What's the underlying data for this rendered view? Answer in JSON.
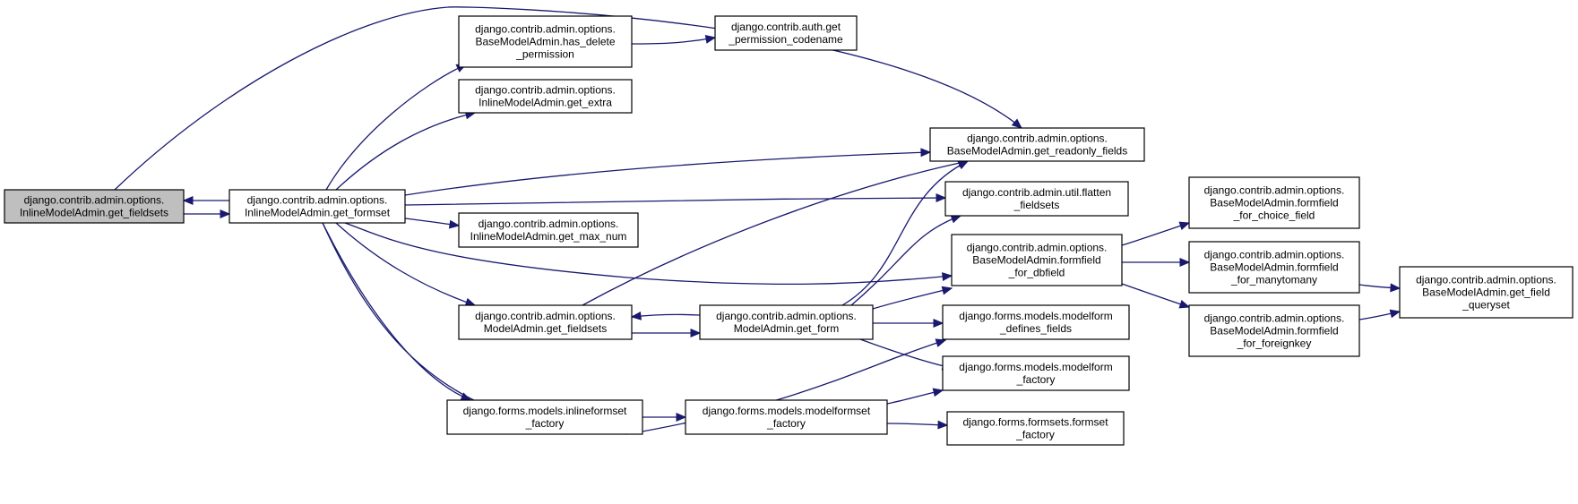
{
  "graph": {
    "nodes": [
      {
        "id": "n_get_fieldsets",
        "lines": [
          "django.contrib.admin.options.",
          "InlineModelAdmin.get_fieldsets"
        ],
        "fill": "#bfbfbf"
      },
      {
        "id": "n_get_formset",
        "lines": [
          "django.contrib.admin.options.",
          "InlineModelAdmin.get_formset"
        ],
        "fill": "#ffffff"
      },
      {
        "id": "n_has_delete",
        "lines": [
          "django.contrib.admin.options.",
          "BaseModelAdmin.has_delete",
          "_permission"
        ],
        "fill": "#ffffff"
      },
      {
        "id": "n_get_extra",
        "lines": [
          "django.contrib.admin.options.",
          "InlineModelAdmin.get_extra"
        ],
        "fill": "#ffffff"
      },
      {
        "id": "n_get_max_num",
        "lines": [
          "django.contrib.admin.options.",
          "InlineModelAdmin.get_max_num"
        ],
        "fill": "#ffffff"
      },
      {
        "id": "n_ma_get_fieldsets",
        "lines": [
          "django.contrib.admin.options.",
          "ModelAdmin.get_fieldsets"
        ],
        "fill": "#ffffff"
      },
      {
        "id": "n_inlineformset",
        "lines": [
          "django.forms.models.inlineformset",
          "_factory"
        ],
        "fill": "#ffffff"
      },
      {
        "id": "n_get_perm_codename",
        "lines": [
          "django.contrib.auth.get",
          "_permission_codename"
        ],
        "fill": "#ffffff"
      },
      {
        "id": "n_ma_get_form",
        "lines": [
          "django.contrib.admin.options.",
          "ModelAdmin.get_form"
        ],
        "fill": "#ffffff"
      },
      {
        "id": "n_modelformset",
        "lines": [
          "django.forms.models.modelformset",
          "_factory"
        ],
        "fill": "#ffffff"
      },
      {
        "id": "n_get_readonly",
        "lines": [
          "django.contrib.admin.options.",
          "BaseModelAdmin.get_readonly_fields"
        ],
        "fill": "#ffffff"
      },
      {
        "id": "n_flatten",
        "lines": [
          "django.contrib.admin.util.flatten",
          "_fieldsets"
        ],
        "fill": "#ffffff"
      },
      {
        "id": "n_ff_dbfield",
        "lines": [
          "django.contrib.admin.options.",
          "BaseModelAdmin.formfield",
          "_for_dbfield"
        ],
        "fill": "#ffffff"
      },
      {
        "id": "n_mf_defines",
        "lines": [
          "django.forms.models.modelform",
          "_defines_fields"
        ],
        "fill": "#ffffff"
      },
      {
        "id": "n_mf_factory",
        "lines": [
          "django.forms.models.modelform",
          "_factory"
        ],
        "fill": "#ffffff"
      },
      {
        "id": "n_formset_factory",
        "lines": [
          "django.forms.formsets.formset",
          "_factory"
        ],
        "fill": "#ffffff"
      },
      {
        "id": "n_ff_choice",
        "lines": [
          "django.contrib.admin.options.",
          "BaseModelAdmin.formfield",
          "_for_choice_field"
        ],
        "fill": "#ffffff"
      },
      {
        "id": "n_ff_m2m",
        "lines": [
          "django.contrib.admin.options.",
          "BaseModelAdmin.formfield",
          "_for_manytomany"
        ],
        "fill": "#ffffff"
      },
      {
        "id": "n_ff_fk",
        "lines": [
          "django.contrib.admin.options.",
          "BaseModelAdmin.formfield",
          "_for_foreignkey"
        ],
        "fill": "#ffffff"
      },
      {
        "id": "n_get_field_qs",
        "lines": [
          "django.contrib.admin.options.",
          "BaseModelAdmin.get_field",
          "_queryset"
        ],
        "fill": "#ffffff"
      }
    ],
    "edges": [
      {
        "from": "n_get_fieldsets",
        "to": "n_get_formset"
      },
      {
        "from": "n_get_formset",
        "to": "n_get_fieldsets"
      },
      {
        "from": "n_get_fieldsets",
        "to": "n_get_readonly"
      },
      {
        "from": "n_get_formset",
        "to": "n_has_delete"
      },
      {
        "from": "n_get_formset",
        "to": "n_get_extra"
      },
      {
        "from": "n_get_formset",
        "to": "n_get_max_num"
      },
      {
        "from": "n_get_formset",
        "to": "n_ma_get_fieldsets"
      },
      {
        "from": "n_get_formset",
        "to": "n_inlineformset"
      },
      {
        "from": "n_get_formset",
        "to": "n_get_readonly"
      },
      {
        "from": "n_get_formset",
        "to": "n_flatten"
      },
      {
        "from": "n_get_formset",
        "to": "n_ff_dbfield"
      },
      {
        "from": "n_get_formset",
        "to": "n_mf_defines"
      },
      {
        "from": "n_has_delete",
        "to": "n_get_perm_codename"
      },
      {
        "from": "n_ma_get_fieldsets",
        "to": "n_ma_get_form"
      },
      {
        "from": "n_ma_get_form",
        "to": "n_ma_get_fieldsets"
      },
      {
        "from": "n_ma_get_fieldsets",
        "to": "n_get_readonly"
      },
      {
        "from": "n_ma_get_form",
        "to": "n_get_readonly"
      },
      {
        "from": "n_ma_get_form",
        "to": "n_flatten"
      },
      {
        "from": "n_ma_get_form",
        "to": "n_ff_dbfield"
      },
      {
        "from": "n_ma_get_form",
        "to": "n_mf_defines"
      },
      {
        "from": "n_ma_get_form",
        "to": "n_mf_factory"
      },
      {
        "from": "n_inlineformset",
        "to": "n_modelformset"
      },
      {
        "from": "n_modelformset",
        "to": "n_mf_factory"
      },
      {
        "from": "n_modelformset",
        "to": "n_formset_factory"
      },
      {
        "from": "n_ff_dbfield",
        "to": "n_ff_choice"
      },
      {
        "from": "n_ff_dbfield",
        "to": "n_ff_m2m"
      },
      {
        "from": "n_ff_dbfield",
        "to": "n_ff_fk"
      },
      {
        "from": "n_ff_m2m",
        "to": "n_get_field_qs"
      },
      {
        "from": "n_ff_fk",
        "to": "n_get_field_qs"
      }
    ],
    "edge_color": "#191970",
    "node_border_color": "#000000"
  }
}
